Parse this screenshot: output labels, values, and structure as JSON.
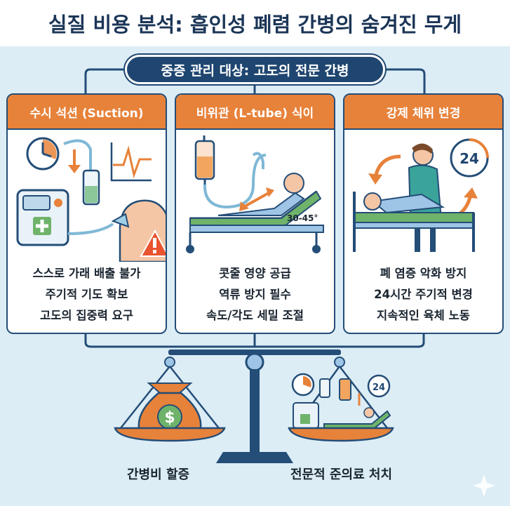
{
  "title": "실질 비용 분석: 흡인성 폐렴 간병의 숨겨진 무게",
  "header": "중증 관리 대상: 고도의 전문 간병",
  "panels": [
    {
      "title": "수시 석션 (Suction)",
      "lines": [
        "스스로 가래 배출 불가",
        "주기적 기도 확보",
        "고도의 집중력 요구"
      ]
    },
    {
      "title": "비위관 (L-tube) 식이",
      "angle_label": "30-45°",
      "lines": [
        "콧줄 영양 공급",
        "역류 방지 필수",
        "속도/각도 세밀 조절"
      ]
    },
    {
      "title": "강제 체위 변경",
      "timer_label": "24",
      "lines": [
        "폐 염증 악화 방지",
        "24시간 주기적 변경",
        "지속적인 육체 노동"
      ]
    }
  ],
  "scale": {
    "left_label": "간병비 할증",
    "right_label": "전문적 준의료 처치",
    "money_symbol": "$",
    "timer_label": "24"
  },
  "colors": {
    "navy": "#1f4670",
    "orange": "#e7823a",
    "background": "#dcedf6",
    "green": "#6fb36a"
  }
}
